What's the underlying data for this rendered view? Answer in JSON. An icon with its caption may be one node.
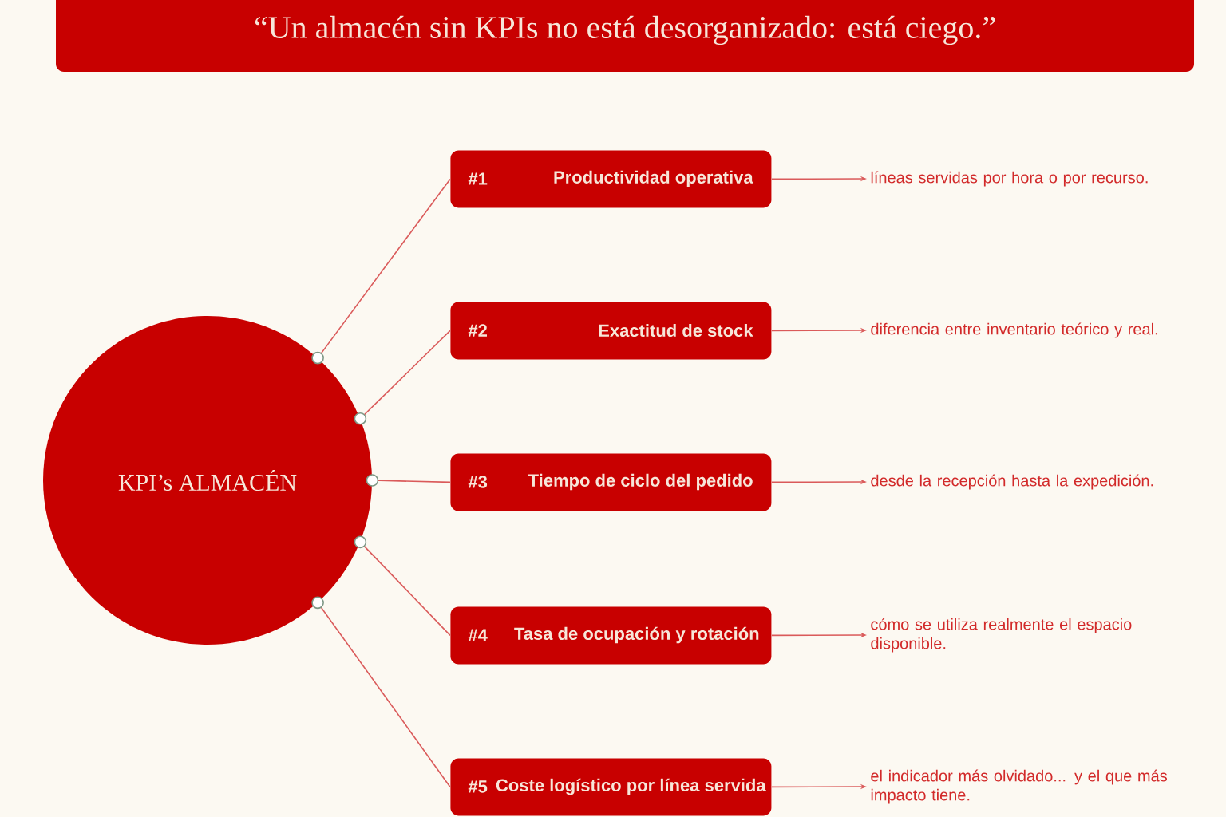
{
  "diagram": {
    "title": "“Un almacén sin KPIs no está desorganizado: está ciego.”",
    "nodes": [
      {
        "text": [
          "KPI’s ALMACÉN"
        ]
      },
      {
        "text": [
          "#1",
          "Productividad operativa"
        ]
      },
      {
        "text": [
          "#2",
          "Exactitud de stock"
        ]
      },
      {
        "text": [
          "#3",
          "Tiempo de ciclo del pedido"
        ]
      },
      {
        "text": [
          "#4",
          "Tasa de ocupación y rotación"
        ]
      },
      {
        "text": [
          "#5",
          "Coste logístico por línea servida"
        ]
      },
      {
        "text": [
          "líneas servidas por hora o por recurso."
        ]
      },
      {
        "text": [
          "diferencia entre inventario teórico y real."
        ]
      },
      {
        "text": [
          "desde la recepción hasta la expedición."
        ]
      },
      {
        "text": [
          "cómo se utiliza realmente el espacio disponible."
        ]
      },
      {
        "text": [
          "el indicador más olvidado... y el que más impacto tiene."
        ]
      }
    ],
    "edges": [
      {
        "from": 0,
        "to": 1,
        "arrow": "other"
      },
      {
        "from": 0,
        "to": 2,
        "arrow": "other"
      },
      {
        "from": 0,
        "to": 3,
        "arrow": "other"
      },
      {
        "from": 0,
        "to": 4,
        "arrow": "other"
      },
      {
        "from": 0,
        "to": 5,
        "arrow": "other"
      },
      {
        "from": 1,
        "to": 6,
        "arrow": "to"
      },
      {
        "from": 2,
        "to": 7,
        "arrow": "to"
      },
      {
        "from": 3,
        "to": 8,
        "arrow": "to"
      },
      {
        "from": 4,
        "to": 9,
        "arrow": "to"
      },
      {
        "from": 5,
        "to": 10,
        "arrow": "to"
      }
    ]
  }
}
